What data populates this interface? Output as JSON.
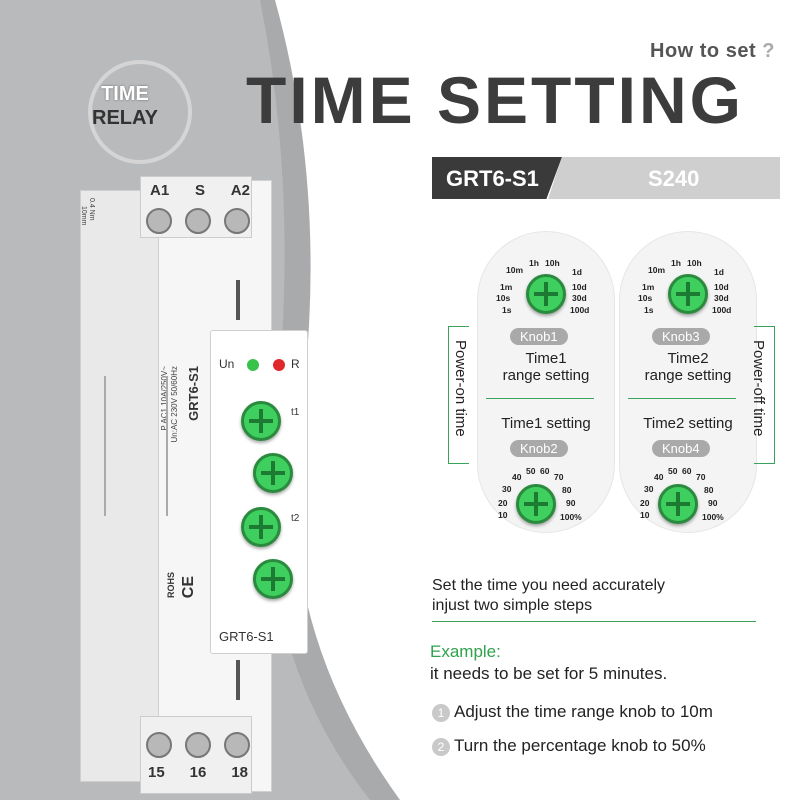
{
  "header": {
    "how_to_set": "How to set",
    "question_mark": "?",
    "title": "TIME SETTING",
    "badge_line1": "TIME",
    "badge_line2": "RELAY",
    "model": "GRT6-S1",
    "subtitle": "S240"
  },
  "cards": {
    "range_labels": [
      "1h",
      "10h",
      "10m",
      "1d",
      "1m",
      "10d",
      "10s",
      "30d",
      "1s",
      "100d"
    ],
    "percent_labels": [
      "40",
      "50",
      "60",
      "70",
      "30",
      "80",
      "20",
      "90",
      "10",
      "100%"
    ],
    "knob1": "Knob1",
    "time1_range_l1": "Time1",
    "time1_range_l2": "range setting",
    "time1_setting": "Time1 setting",
    "knob2": "Knob2",
    "knob3": "Knob3",
    "time2_range_l1": "Time2",
    "time2_range_l2": "range setting",
    "time2_setting": "Time2 setting",
    "knob4": "Knob4",
    "power_on": "Power-on time",
    "power_off": "Power-off time"
  },
  "instructions": {
    "line1": "Set the time you need accurately",
    "line2": "injust two simple steps",
    "example": "Example:",
    "example_text": "it needs to be set for 5 minutes.",
    "step1_num": "1",
    "step1": "Adjust the time range knob to 10m",
    "step2_num": "2",
    "step2": "Turn the percentage knob to 50%"
  },
  "device": {
    "top_terminals": [
      "A1",
      "S",
      "A2"
    ],
    "bottom_terminals": [
      "15",
      "16",
      "18"
    ],
    "led_un": "Un",
    "led_r": "R",
    "t1": "t1",
    "t2": "t2",
    "model_label": "GRT6-S1",
    "side_model": "GRT6-S1",
    "side_spec1": "Un:AC 230V 50/60Hz",
    "side_spec2": "P  AC1 10A/250V~",
    "ce": "CE",
    "rohs": "ROHS",
    "torque": "0.4 Nm",
    "length": "10mm"
  },
  "colors": {
    "accent_green": "#2fa24d",
    "knob_green": "#3fcf5f",
    "dark_bar": "#3a3a3a",
    "gray_bar": "#cfcfcf",
    "background_sweep": "#a9aaac"
  }
}
